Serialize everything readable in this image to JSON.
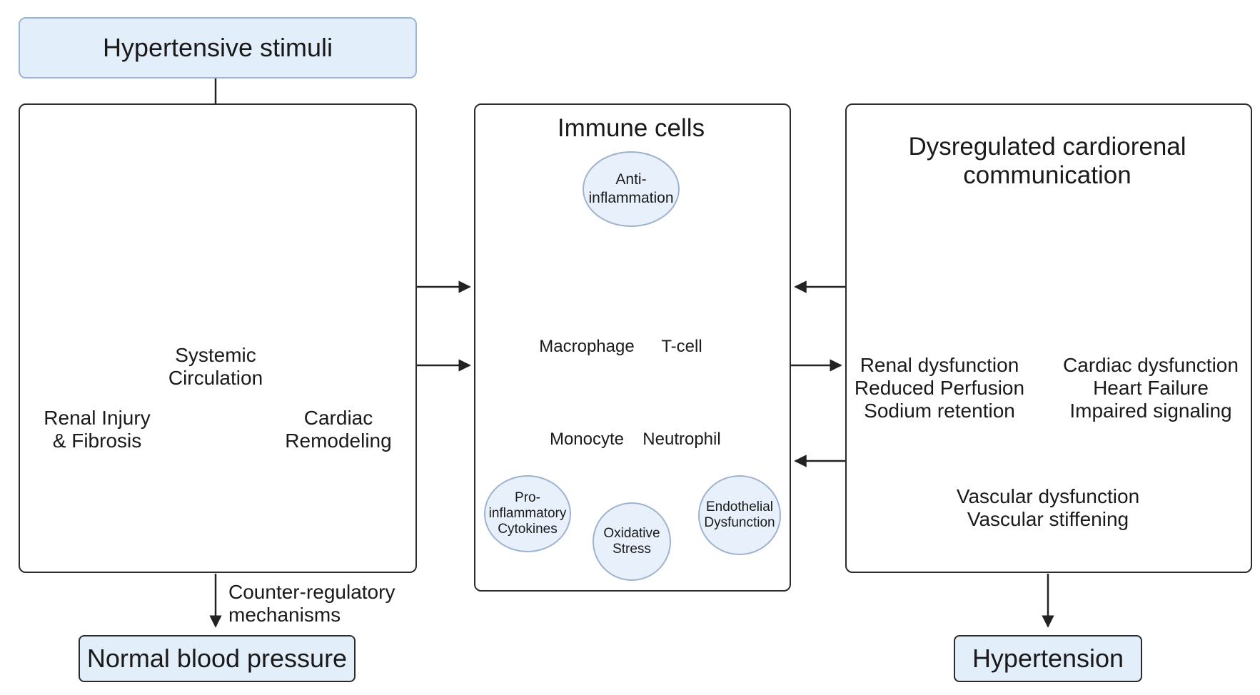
{
  "top": {
    "stimuli": "Hypertensive stimuli"
  },
  "left_panel": {
    "renal": [
      "Renal Injury",
      "& Fibrosis"
    ],
    "circulation": [
      "Systemic",
      "Circulation"
    ],
    "cardiac": [
      "Cardiac",
      "Remodeling"
    ]
  },
  "center_panel": {
    "title": "Immune cells",
    "anti": [
      "Anti-",
      "inflammation"
    ],
    "cells": {
      "macrophage": "Macrophage",
      "tcell": "T-cell",
      "monocyte": "Monocyte",
      "neutrophil": "Neutrophil"
    },
    "pro": [
      "Pro-",
      "inflammatory",
      "Cytokines"
    ],
    "oxidative": [
      "Oxidative",
      "Stress"
    ],
    "endothelial": [
      "Endothelial",
      "Dysfunction"
    ]
  },
  "right_panel": {
    "title": [
      "Dysregulated cardiorenal",
      "communication"
    ],
    "renal": [
      "Renal dysfunction",
      "Reduced Perfusion",
      "Sodium retention"
    ],
    "cardiac": [
      "Cardiac dysfunction",
      "Heart Failure",
      "Impaired signaling"
    ],
    "vascular": [
      "Vascular dysfunction",
      "Vascular stiffening"
    ]
  },
  "bottom": {
    "counter": [
      "Counter-regulatory",
      "mechanisms"
    ],
    "normal": "Normal blood pressure",
    "hypertension": "Hypertension"
  },
  "colors": {
    "box_fill": "#e3eefb",
    "box_border": "#9bb4d6",
    "immune_fill": "#e8f1fb",
    "kidney": "#b9564f",
    "heart": "#d8443a",
    "vessel": "#c9423c",
    "artery_blue": "#2f6fb8"
  }
}
